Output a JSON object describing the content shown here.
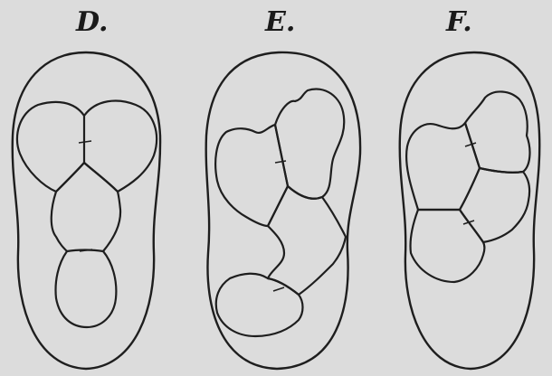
{
  "figures": [
    {
      "label": "D.",
      "cells": 4
    },
    {
      "label": "E.",
      "cells": 4
    },
    {
      "label": "F.",
      "cells": 4
    }
  ],
  "colors": {
    "background": "#dcdcdc",
    "ink": "#1e1e1e"
  }
}
